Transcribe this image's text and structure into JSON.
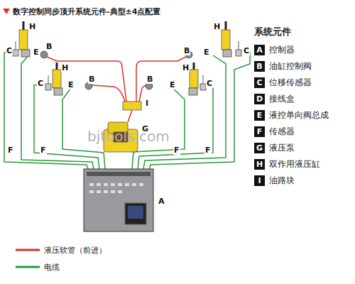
{
  "diagram": {
    "title": "数字控制同步顶升系统元件-典型±4点配置",
    "nodes": [
      {
        "text": [
          "A",
          "控制器"
        ]
      },
      {
        "text": [
          "B",
          "油缸控制阀"
        ]
      },
      {
        "text": [
          "C",
          "位移传感器"
        ]
      },
      {
        "text": [
          "D",
          "接线盒"
        ]
      },
      {
        "text": [
          "E",
          "液控单向阀总成"
        ]
      },
      {
        "text": [
          "F",
          "传感器"
        ]
      },
      {
        "text": [
          "G",
          "液压泵"
        ]
      },
      {
        "text": [
          "H",
          "双作用液压缸"
        ]
      },
      {
        "text": [
          "I",
          "油路块"
        ]
      }
    ],
    "labels": [
      "H",
      "C",
      "E",
      "B",
      "H",
      "B",
      "E",
      "C",
      "H",
      "C",
      "E",
      "B",
      "H",
      "B",
      "E",
      "C",
      "I",
      "G",
      "A",
      "F",
      "F",
      "F",
      "F",
      "系统元件",
      "bjtools.com"
    ],
    "legend": [
      {
        "text": "液压软管（前进）"
      },
      {
        "text": "电缆"
      }
    ]
  }
}
